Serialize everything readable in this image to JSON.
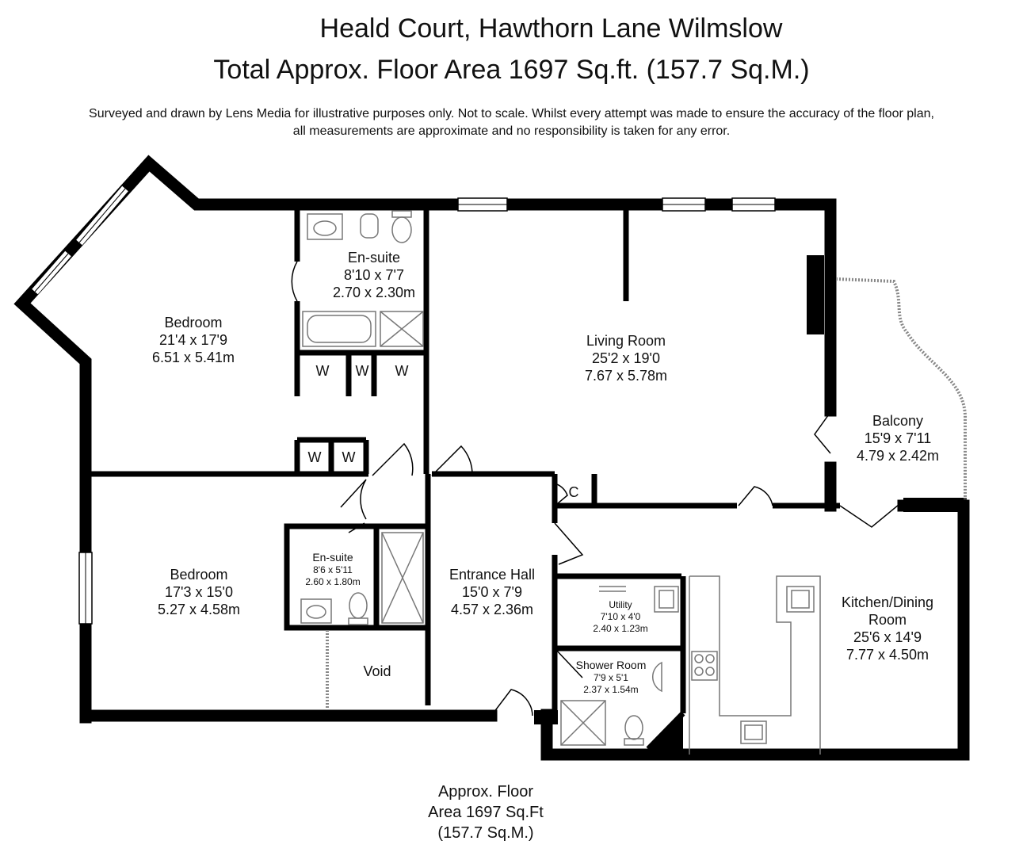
{
  "header": {
    "title_line1": "Heald Court, Hawthorn Lane Wilmslow",
    "title_line2": "Total Approx. Floor Area 1697 Sq.ft. (157.7 Sq.M.)",
    "disclaimer_line1": "Surveyed and drawn by Lens Media for illustrative purposes only. Not to scale. Whilst every attempt was made to ensure the accuracy of the floor plan,",
    "disclaimer_line2": "all measurements are approximate and no responsibility is taken for any error."
  },
  "rooms": {
    "bedroom1": {
      "name": "Bedroom",
      "imperial": "21'4 x 17'9",
      "metric": "6.51 x 5.41m"
    },
    "ensuite1": {
      "name": "En-suite",
      "imperial": "8'10 x 7'7",
      "metric": "2.70 x 2.30m"
    },
    "living": {
      "name": "Living Room",
      "imperial": "25'2 x 19'0",
      "metric": "7.67 x 5.78m"
    },
    "balcony": {
      "name": "Balcony",
      "imperial": "15'9 x 7'11",
      "metric": "4.79 x 2.42m"
    },
    "bedroom2": {
      "name": "Bedroom",
      "imperial": "17'3 x 15'0",
      "metric": "5.27 x 4.58m"
    },
    "ensuite2": {
      "name": "En-suite",
      "imperial": "8'6 x 5'11",
      "metric": "2.60 x 1.80m"
    },
    "hall": {
      "name": "Entrance Hall",
      "imperial": "15'0 x 7'9",
      "metric": "4.57 x 2.36m"
    },
    "utility": {
      "name": "Utility",
      "imperial": "7'10 x 4'0",
      "metric": "2.40 x 1.23m"
    },
    "shower": {
      "name": "Shower Room",
      "imperial": "7'9 x 5'1",
      "metric": "2.37 x 1.54m"
    },
    "kitchen": {
      "name_line1": "Kitchen/Dining",
      "name_line2": "Room",
      "imperial": "25'6 x 14'9",
      "metric": "7.77 x 4.50m"
    },
    "void": {
      "name": "Void"
    },
    "cupboard": {
      "name": "C"
    },
    "wardrobe": {
      "name": "W"
    }
  },
  "footer": {
    "line1": "Approx. Floor",
    "line2": "Area 1697 Sq.Ft",
    "line3": "(157.7 Sq.M.)"
  },
  "colors": {
    "wall": "#000000",
    "fixture": "#777777",
    "window": "#ffffff"
  }
}
